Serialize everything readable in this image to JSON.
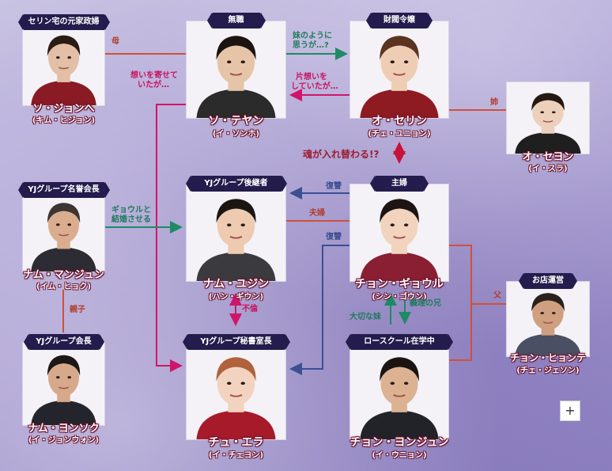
{
  "characters": [
    {
      "id": "jeonghye",
      "tag": "セリン宅の元家政婦",
      "name": "ソ・ジョンへ",
      "actor": "(キム・ヒジョン)",
      "skin": "#e2bfa6",
      "hair": "#2a1b14",
      "cloth": "#8a1a24"
    },
    {
      "id": "teyang",
      "tag": "無職",
      "name": "ソ・テヤン",
      "actor": "(イ・ソンホ)",
      "skin": "#e6c4a8",
      "hair": "#1b1410",
      "cloth": "#2b2b2b"
    },
    {
      "id": "serin",
      "tag": "財閥令嬢",
      "name": "オ・セリン",
      "actor": "(チェ・ユニョン)",
      "skin": "#efcdb5",
      "hair": "#5a3420",
      "cloth": "#8e1b22"
    },
    {
      "id": "seyeon",
      "tag": "",
      "name": "オ・セヨン",
      "actor": "(イ・スラ)",
      "skin": "#ecd0bc",
      "hair": "#241812",
      "cloth": "#1f1f1f"
    },
    {
      "id": "manjun",
      "tag": "YJグループ名誉会長",
      "name": "ナム・マンジュン",
      "actor": "(イム・ヒョク)",
      "skin": "#d9ad8e",
      "hair": "#3c3532",
      "cloth": "#2d2c34"
    },
    {
      "id": "yujin",
      "tag": "YJグループ後継者",
      "name": "ナム・ユジン",
      "actor": "(ハン・ギウン)",
      "skin": "#edcab0",
      "hair": "#1c1613",
      "cloth": "#3a3a3f"
    },
    {
      "id": "gyoul",
      "tag": "主婦",
      "name": "チョン・ギョウル",
      "actor": "(シン・ゴウン)",
      "skin": "#f1d3be",
      "hair": "#1d1512",
      "cloth": "#8a1f33"
    },
    {
      "id": "hyeonte",
      "tag": "お店運営",
      "name": "チョン・ヒョンテ",
      "actor": "(チェ・ジェソン)",
      "skin": "#cf9f7f",
      "hair": "#2a211d",
      "cloth": "#4a4f63"
    },
    {
      "id": "yongsok",
      "tag": "YJグループ会長",
      "name": "ナム・ヨンソク",
      "actor": "(イ・ジョンウォン)",
      "skin": "#d7a98b",
      "hair": "#1d1815",
      "cloth": "#24252c"
    },
    {
      "id": "era",
      "tag": "YJグループ秘書室長",
      "name": "チュ・エラ",
      "actor": "(イ・チェヨン)",
      "skin": "#f2d3c0",
      "hair": "#b0623a",
      "cloth": "#a61a2a"
    },
    {
      "id": "yongjun",
      "tag": "ロースクール在学中",
      "name": "チョン・ヨンジュン",
      "actor": "(イ・ウニョン)",
      "skin": "#dcb292",
      "hair": "#1b1512",
      "cloth": "#222329"
    }
  ],
  "relations": {
    "haha": "母",
    "imouto": "妹のように",
    "imouto2": "思うが…?",
    "kataomoi": "片想いを",
    "kataomoi2": "していたが…",
    "omoi": "想いを寄せて",
    "omoi2": "いたが…",
    "ane": "姉",
    "tamashii": "魂が入れ替わる!?",
    "kekkon": "ギョウルと",
    "kekkon2": "結婚させる",
    "fukushu1": "復讐",
    "fuufu": "夫婦",
    "fukushu2": "復讐",
    "oyako": "親子",
    "furin": "不倫",
    "giri": "義理の兄",
    "taisetsu": "大切な妹",
    "chichi": "父"
  },
  "controls": {
    "plus": "+"
  }
}
